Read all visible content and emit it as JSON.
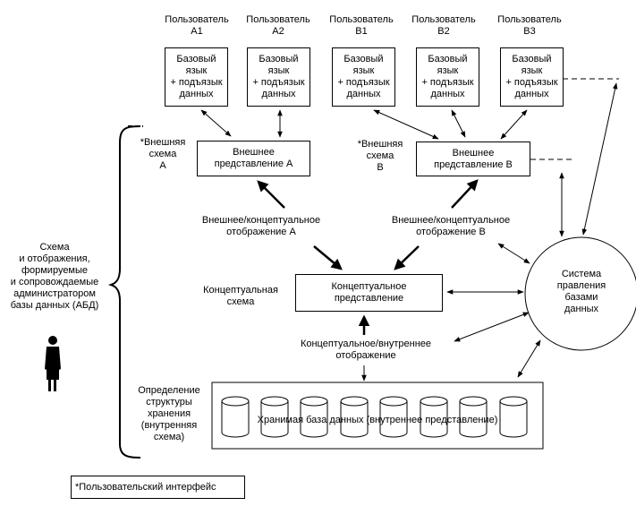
{
  "users": [
    {
      "header": "Пользователь\nA1",
      "box": "Базовый\nязык\n+ подъязык\nданных"
    },
    {
      "header": "Пользователь\nA2",
      "box": "Базовый\nязык\n+ подъязык\nданных"
    },
    {
      "header": "Пользователь\nB1",
      "box": "Базовый\nязык\n+ подъязык\nданных"
    },
    {
      "header": "Пользователь\nB2",
      "box": "Базовый\nязык\n+ подъязык\nданных"
    },
    {
      "header": "Пользователь\nB3",
      "box": "Базовый\nязык\n+ подъязык\nданных"
    }
  ],
  "external_schema_a": "*Внешняя\nсхема\nA",
  "external_schema_b": "*Внешняя\nсхема\nB",
  "external_view_a": "Внешнее\nпредставление A",
  "external_view_b": "Внешнее\nпредставление B",
  "mapping_a": "Внешнее/концептуальное\nотображение A",
  "mapping_b": "Внешнее/концептуальное\nотображение B",
  "conceptual_schema_label": "Концептуальная\nсхема",
  "conceptual_view": "Концептуальное\nпредставление",
  "conceptual_internal_mapping": "Концептуальное/внутреннее\nотображение",
  "storage_definition_label": "Определение\nструктуры\nхранения\n(внутренняя\nсхема)",
  "stored_database": "Хранимая база данных (внутреннее представление)",
  "dbms": "Система\nправления\nбазами\nданных",
  "dba_label": "Схема\nи отображения,\nформируемые\nи сопровождаемые\nадминистратором\nбазы данных (АБД)",
  "footnote": "*Пользовательский интерфейс"
}
